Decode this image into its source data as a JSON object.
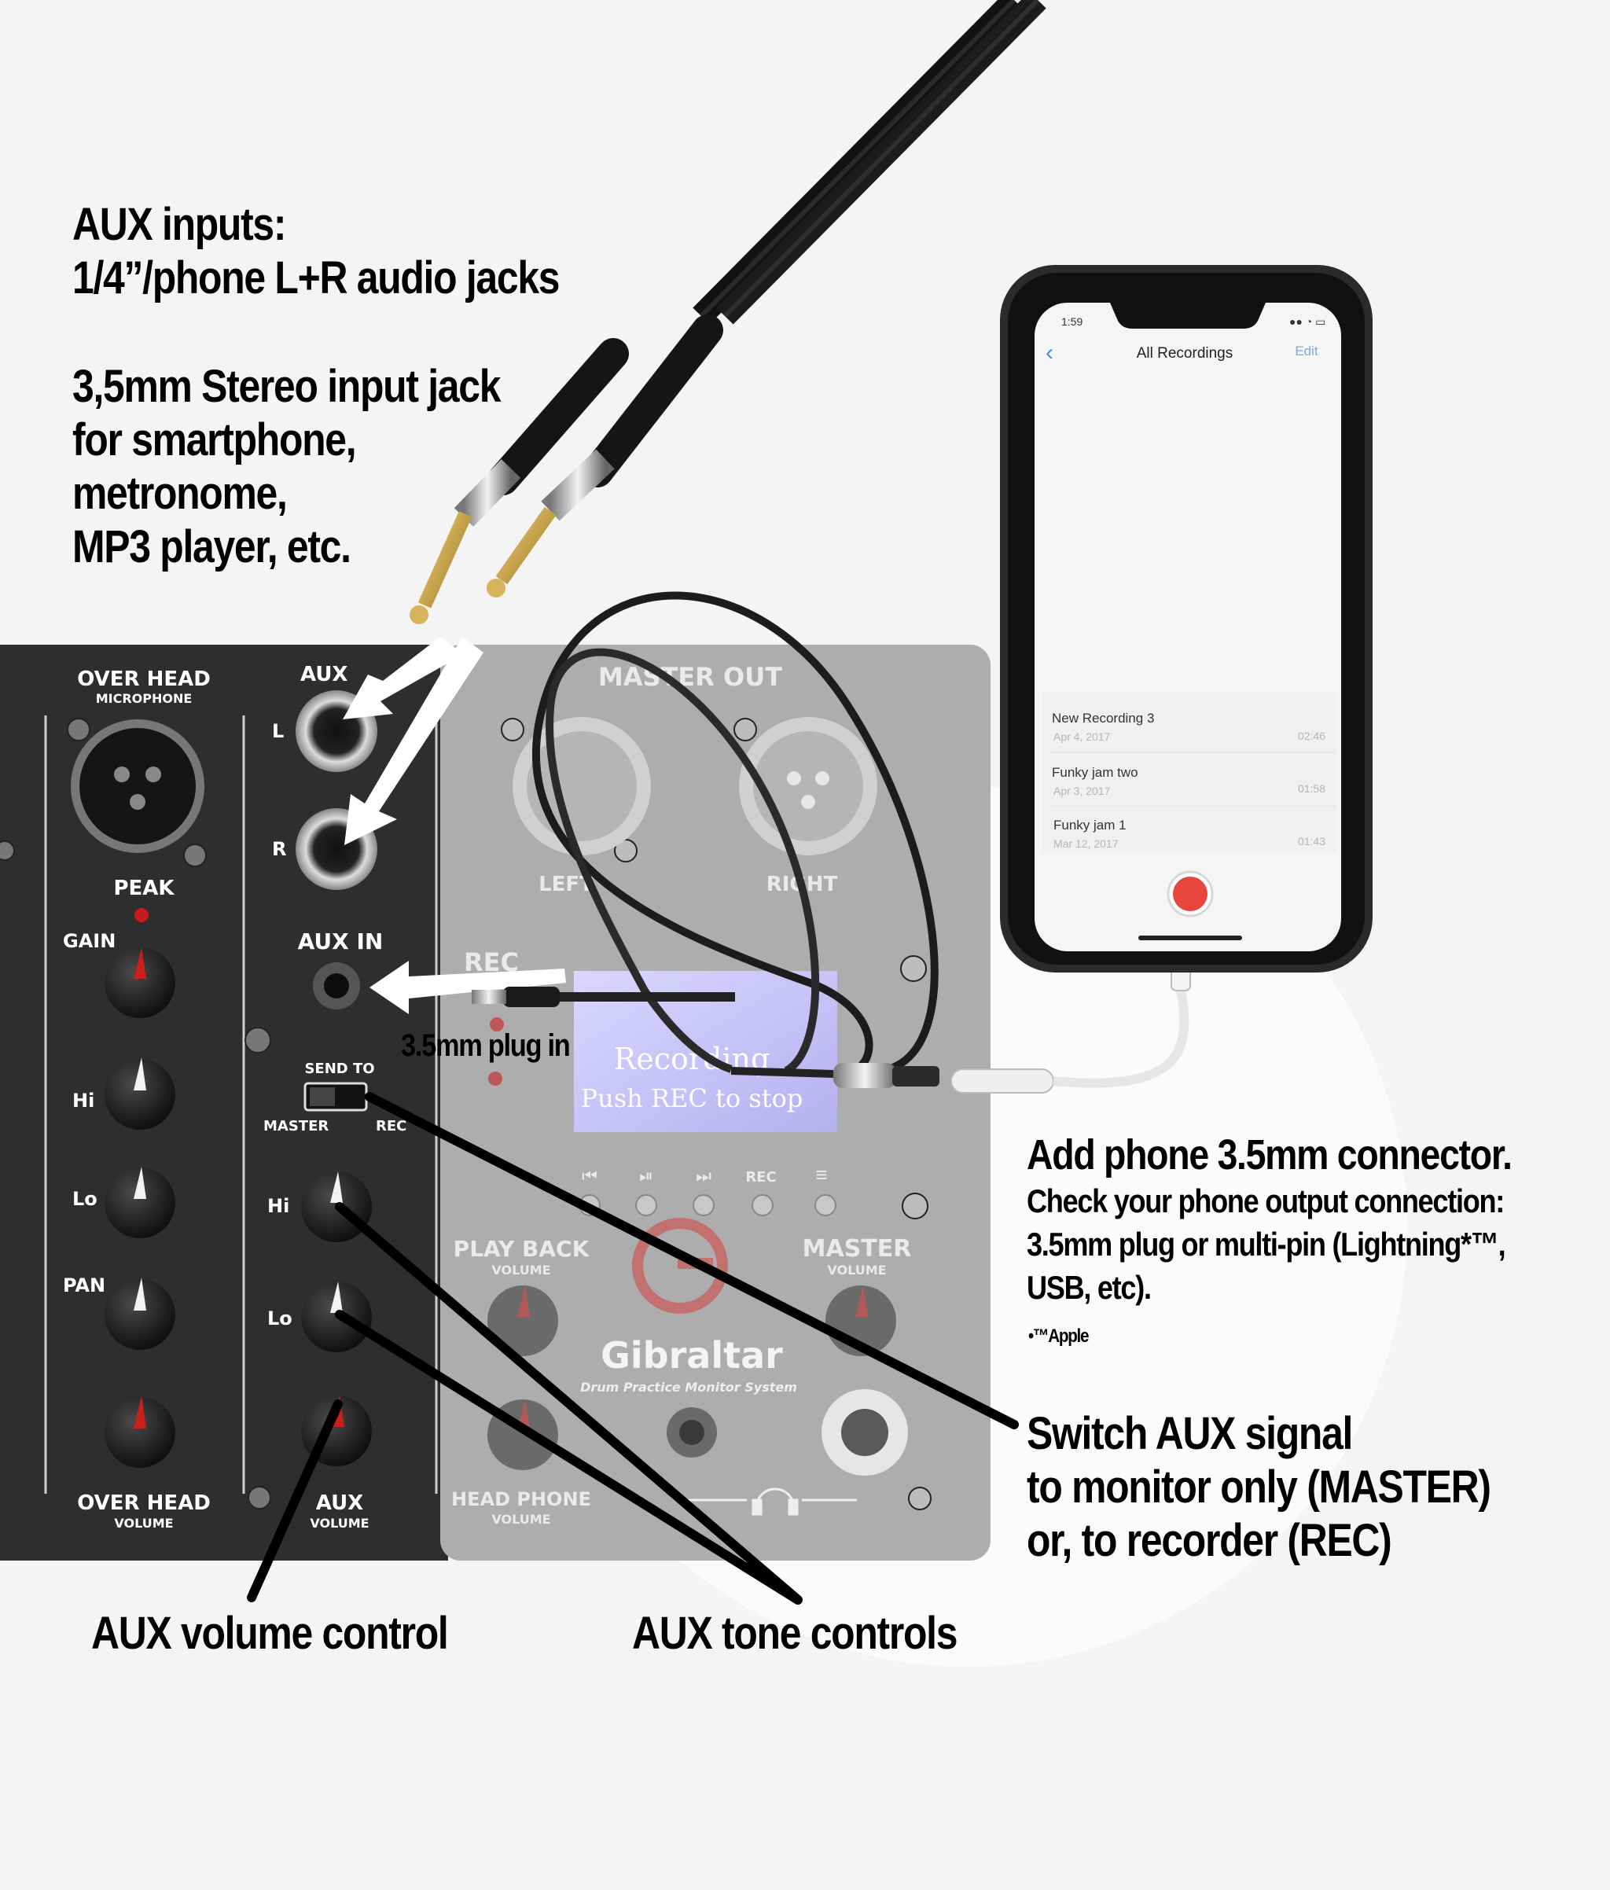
{
  "annotations": {
    "aux_inputs_title": "AUX inputs:",
    "aux_inputs_sub": "1/4”/phone L+R audio jacks",
    "stereo_1": "3,5mm Stereo input jack",
    "stereo_2": "for smartphone,",
    "stereo_3": "metronome,",
    "stereo_4": "MP3 player, etc.",
    "plug_in": "3.5mm plug in",
    "phone_connector_title": "Add phone 3.5mm connector.",
    "phone_connector_1": "Check your phone output connection:",
    "phone_connector_2": "3.5mm plug or multi-pin (Lightning*™,",
    "phone_connector_3": "USB, etc).",
    "trademark": "•™Apple",
    "switch_1": "Switch AUX signal",
    "switch_2": "to monitor only (MASTER)",
    "switch_3": "or, to recorder (REC)",
    "aux_volume": "AUX volume control",
    "aux_tone": "AUX tone controls"
  },
  "mixer": {
    "overhead_title": "OVER HEAD",
    "overhead_sub": "MICROPHONE",
    "peak": "PEAK",
    "gain": "GAIN",
    "hi": "Hi",
    "lo": "Lo",
    "pan": "PAN",
    "overhead_vol": "OVER HEAD",
    "volume": "VOLUME",
    "aux": "AUX",
    "l": "L",
    "r": "R",
    "aux_in": "AUX IN",
    "send_to": "SEND TO",
    "master": "MASTER",
    "rec": "REC",
    "master_out": "MASTER OUT",
    "left": "LEFT",
    "right": "RIGHT",
    "rec_label": "REC",
    "lcd_1": "Recording",
    "lcd_2": "Push REC to stop",
    "transport_rec": "REC",
    "playback": "PLAY BACK",
    "master_vol": "MASTER",
    "headphone": "HEAD PHONE",
    "brand": "Gibraltar",
    "brand_sub": "Drum Practice Monitor System"
  },
  "phone": {
    "time": "1:59",
    "screen_title": "All Recordings",
    "edit": "Edit",
    "recordings": [
      {
        "name": "New Recording 3",
        "date": "Apr 4, 2017",
        "duration": "02:46"
      },
      {
        "name": "Funky jam two",
        "date": "Apr 3, 2017",
        "duration": "01:58"
      },
      {
        "name": "Funky jam 1",
        "date": "Mar 12, 2017",
        "duration": "01:43"
      }
    ]
  },
  "colors": {
    "background": "#f4f4f4",
    "panel": "#2b2b2b",
    "knob_pointer": "#c8201e",
    "record_button": "#e8463c",
    "ios_blue": "#4a90e2"
  }
}
